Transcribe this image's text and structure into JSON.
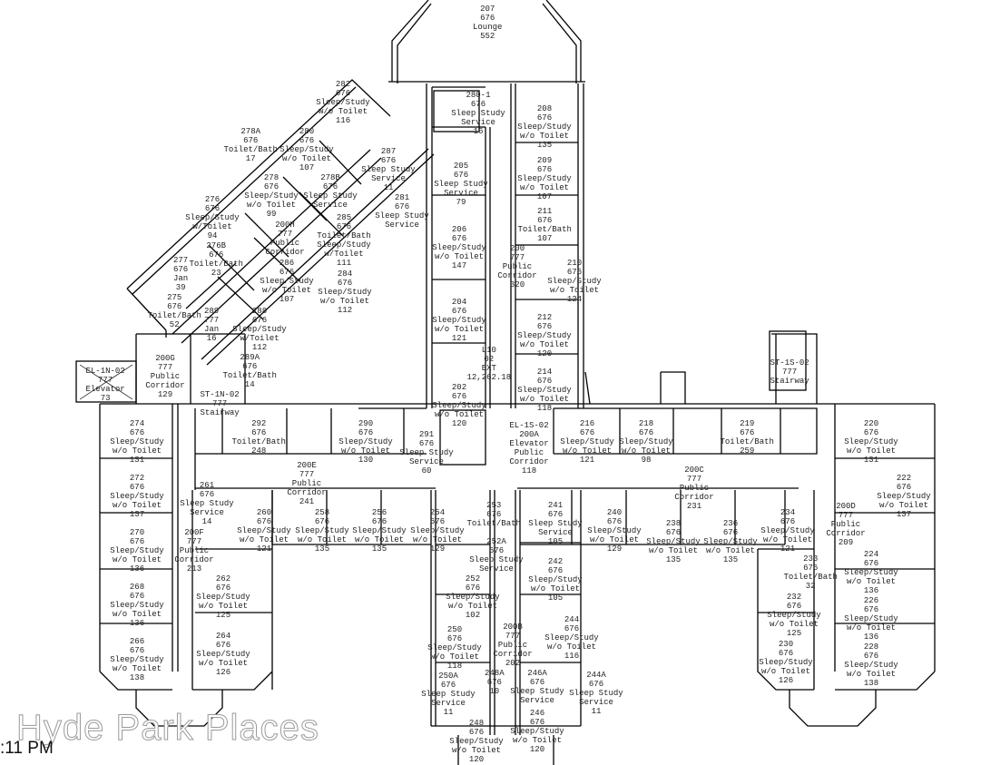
{
  "watermark": "Hyde Park Places",
  "timestamp": ":11 PM",
  "rooms": [
    {
      "lines": [
        "207",
        "676",
        "Lounge",
        "552"
      ]
    },
    {
      "lines": [
        "280-1",
        "676",
        "Sleep Study Service",
        "16"
      ]
    },
    {
      "lines": [
        "208",
        "676",
        "Sleep/Study w/o Toilet",
        "135"
      ]
    },
    {
      "lines": [
        "209",
        "676",
        "Sleep/Study w/o Toilet",
        "107"
      ]
    },
    {
      "lines": [
        "205",
        "676",
        "Sleep Study Service",
        "79"
      ]
    },
    {
      "lines": [
        "211",
        "676",
        "Toilet/Bath",
        "107"
      ]
    },
    {
      "lines": [
        "206",
        "676",
        "Sleep/Study w/o Toilet",
        "147"
      ]
    },
    {
      "lines": [
        "200",
        "777",
        "Public Corridor",
        "320"
      ]
    },
    {
      "lines": [
        "210",
        "676",
        "Sleep/Study w/o Toilet",
        "124"
      ]
    },
    {
      "lines": [
        "204",
        "676",
        "Sleep/Study w/o Toilet",
        "121"
      ]
    },
    {
      "lines": [
        "212",
        "676",
        "Sleep/Study w/o Toilet",
        "120"
      ]
    },
    {
      "lines": [
        "L10",
        "02",
        "EXT",
        "12,262.18"
      ]
    },
    {
      "lines": [
        "202",
        "676",
        "Sleep/Study w/o Toilet",
        "120"
      ]
    },
    {
      "lines": [
        "214",
        "676",
        "Sleep/Study w/o Toilet",
        "118"
      ]
    },
    {
      "lines": [
        "282",
        "676",
        "Sleep/Study w/o Toilet",
        "116"
      ]
    },
    {
      "lines": [
        "280",
        "676",
        "Sleep/Study w/o Toilet",
        "107"
      ]
    },
    {
      "lines": [
        "278A",
        "676",
        "Toilet/Bath",
        "17"
      ]
    },
    {
      "lines": [
        "278",
        "676",
        "Sleep/Study w/o Toilet",
        "99"
      ]
    },
    {
      "lines": [
        "278B",
        "676",
        "Sleep Study Service"
      ]
    },
    {
      "lines": [
        "287",
        "676",
        "Sleep Study Service",
        "11"
      ]
    },
    {
      "lines": [
        "281",
        "676",
        "Sleep Study Service"
      ]
    },
    {
      "lines": [
        "285",
        "676",
        "Toilet/Bath",
        "Sleep/Study w/Toilet",
        "111"
      ]
    },
    {
      "lines": [
        "276",
        "676",
        "Sleep/Study w/Toilet",
        "94"
      ]
    },
    {
      "lines": [
        "276B",
        "676",
        "Toilet/Bath",
        "23"
      ]
    },
    {
      "lines": [
        "200H",
        "777",
        "Public Corridor"
      ]
    },
    {
      "lines": [
        "284",
        "676",
        "Sleep/Study w/o Toilet",
        "112"
      ]
    },
    {
      "lines": [
        "277",
        "676",
        "Jan",
        "39"
      ]
    },
    {
      "lines": [
        "286",
        "676",
        "Sleep/Study w/o Toilet",
        "107"
      ]
    },
    {
      "lines": [
        "275",
        "676",
        "Toilet/Bath",
        "52"
      ]
    },
    {
      "lines": [
        "288",
        "676",
        "Sleep/Study w/Toilet",
        "112"
      ]
    },
    {
      "lines": [
        "289",
        "777",
        "Jan",
        "16"
      ]
    },
    {
      "lines": [
        "289A",
        "676",
        "Toilet/Bath",
        "14"
      ]
    },
    {
      "lines": [
        "200G",
        "777",
        "Public Corridor",
        "129"
      ]
    },
    {
      "lines": [
        "EL-1N-02",
        "777",
        "Elevator",
        "73"
      ]
    },
    {
      "lines": [
        "ST-1N-02",
        "777",
        "Stairway"
      ]
    },
    {
      "lines": [
        "274",
        "676",
        "Sleep/Study w/o Toilet",
        "131"
      ]
    },
    {
      "lines": [
        "292",
        "676",
        "Toilet/Bath",
        "248"
      ]
    },
    {
      "lines": [
        "290",
        "676",
        "Sleep/Study w/o Toilet",
        "130"
      ]
    },
    {
      "lines": [
        "291",
        "676",
        "Sleep Study Service",
        "60"
      ]
    },
    {
      "lines": [
        "200E",
        "777",
        "Public Corridor",
        "241"
      ]
    },
    {
      "lines": [
        "272",
        "676",
        "Sleep/Study w/o Toilet",
        "137"
      ]
    },
    {
      "lines": [
        "261",
        "676",
        "Sleep Study Service",
        "14"
      ]
    },
    {
      "lines": [
        "260",
        "676",
        "Sleep/Study w/o Toilet",
        "121"
      ]
    },
    {
      "lines": [
        "258",
        "676",
        "Sleep/Study w/o Toilet",
        "135"
      ]
    },
    {
      "lines": [
        "256",
        "676",
        "Sleep/Study w/o Toilet",
        "135"
      ]
    },
    {
      "lines": [
        "254",
        "676",
        "Sleep/Study w/o Toilet",
        "129"
      ]
    },
    {
      "lines": [
        "270",
        "676",
        "Sleep/Study w/o Toilet",
        "136"
      ]
    },
    {
      "lines": [
        "200F",
        "777",
        "Public Corridor",
        "213"
      ]
    },
    {
      "lines": [
        "262",
        "676",
        "Sleep/Study w/o Toilet",
        "125"
      ]
    },
    {
      "lines": [
        "268",
        "676",
        "Sleep/Study w/o Toilet",
        "136"
      ]
    },
    {
      "lines": [
        "264",
        "676",
        "Sleep/Study w/o Toilet",
        "126"
      ]
    },
    {
      "lines": [
        "266",
        "676",
        "Sleep/Study w/o Toilet",
        "138"
      ]
    },
    {
      "lines": [
        "253",
        "676",
        "Toilet/Bath"
      ]
    },
    {
      "lines": [
        "252A",
        "676",
        "Sleep Study Service"
      ]
    },
    {
      "lines": [
        "252",
        "676",
        "Sleep/Study w/o Toilet",
        "102"
      ]
    },
    {
      "lines": [
        "241",
        "676",
        "Sleep Study Service",
        "105"
      ]
    },
    {
      "lines": [
        "242",
        "676",
        "Sleep/Study w/o Toilet",
        "105"
      ]
    },
    {
      "lines": [
        "200B",
        "777",
        "Public Corridor",
        "202"
      ]
    },
    {
      "lines": [
        "250",
        "676",
        "Sleep/Study w/o Toilet",
        "118"
      ]
    },
    {
      "lines": [
        "244",
        "676",
        "Sleep/Study w/o Toilet",
        "116"
      ]
    },
    {
      "lines": [
        "250A",
        "676",
        "Sleep Study Service",
        "11"
      ]
    },
    {
      "lines": [
        "248A",
        "676",
        "10"
      ]
    },
    {
      "lines": [
        "246A",
        "676",
        "Sleep Study Service"
      ]
    },
    {
      "lines": [
        "244A",
        "676",
        "Sleep Study Service",
        "11"
      ]
    },
    {
      "lines": [
        "248",
        "676",
        "Sleep/Study w/o Toilet",
        "120"
      ]
    },
    {
      "lines": [
        "246",
        "676",
        "Sleep/Study w/o Toilet",
        "120"
      ]
    },
    {
      "lines": [
        "216",
        "676",
        "Sleep/Study w/o Toilet",
        "121"
      ]
    },
    {
      "lines": [
        "218",
        "676",
        "Sleep/Study w/o Toilet",
        "98"
      ]
    },
    {
      "lines": [
        "219",
        "676",
        "Toilet/Bath",
        "259"
      ]
    },
    {
      "lines": [
        "EL-1S-02",
        "200A",
        "Elevator",
        "Public Corridor",
        "118"
      ]
    },
    {
      "lines": [
        "200C",
        "777",
        "Public Corridor",
        "231"
      ]
    },
    {
      "lines": [
        "ST-1S-02",
        "777",
        "Stairway"
      ]
    },
    {
      "lines": [
        "240",
        "676",
        "Sleep/Study w/o Toilet",
        "129"
      ]
    },
    {
      "lines": [
        "238",
        "676",
        "Sleep/Study w/o Toilet",
        "135"
      ]
    },
    {
      "lines": [
        "236",
        "676",
        "Sleep/Study w/o Toilet",
        "135"
      ]
    },
    {
      "lines": [
        "234",
        "676",
        "Sleep/Study w/o Toilet",
        "121"
      ]
    },
    {
      "lines": [
        "233",
        "676",
        "Toilet/Bath",
        "32"
      ]
    },
    {
      "lines": [
        "200D",
        "777",
        "Public Corridor",
        "209"
      ]
    },
    {
      "lines": [
        "220",
        "676",
        "Sleep/Study w/o Toilet",
        "131"
      ]
    },
    {
      "lines": [
        "222",
        "676",
        "Sleep/Study w/o Toilet",
        "137"
      ]
    },
    {
      "lines": [
        "224",
        "676",
        "Sleep/Study w/o Toilet",
        "136"
      ]
    },
    {
      "lines": [
        "226",
        "676",
        "Sleep/Study w/o Toilet",
        "136"
      ]
    },
    {
      "lines": [
        "228",
        "676",
        "Sleep/Study w/o Toilet",
        "138"
      ]
    },
    {
      "lines": [
        "232",
        "676",
        "Sleep/Study w/o Toilet",
        "125"
      ]
    },
    {
      "lines": [
        "230",
        "676",
        "Sleep/Study w/o Toilet",
        "126"
      ]
    }
  ]
}
